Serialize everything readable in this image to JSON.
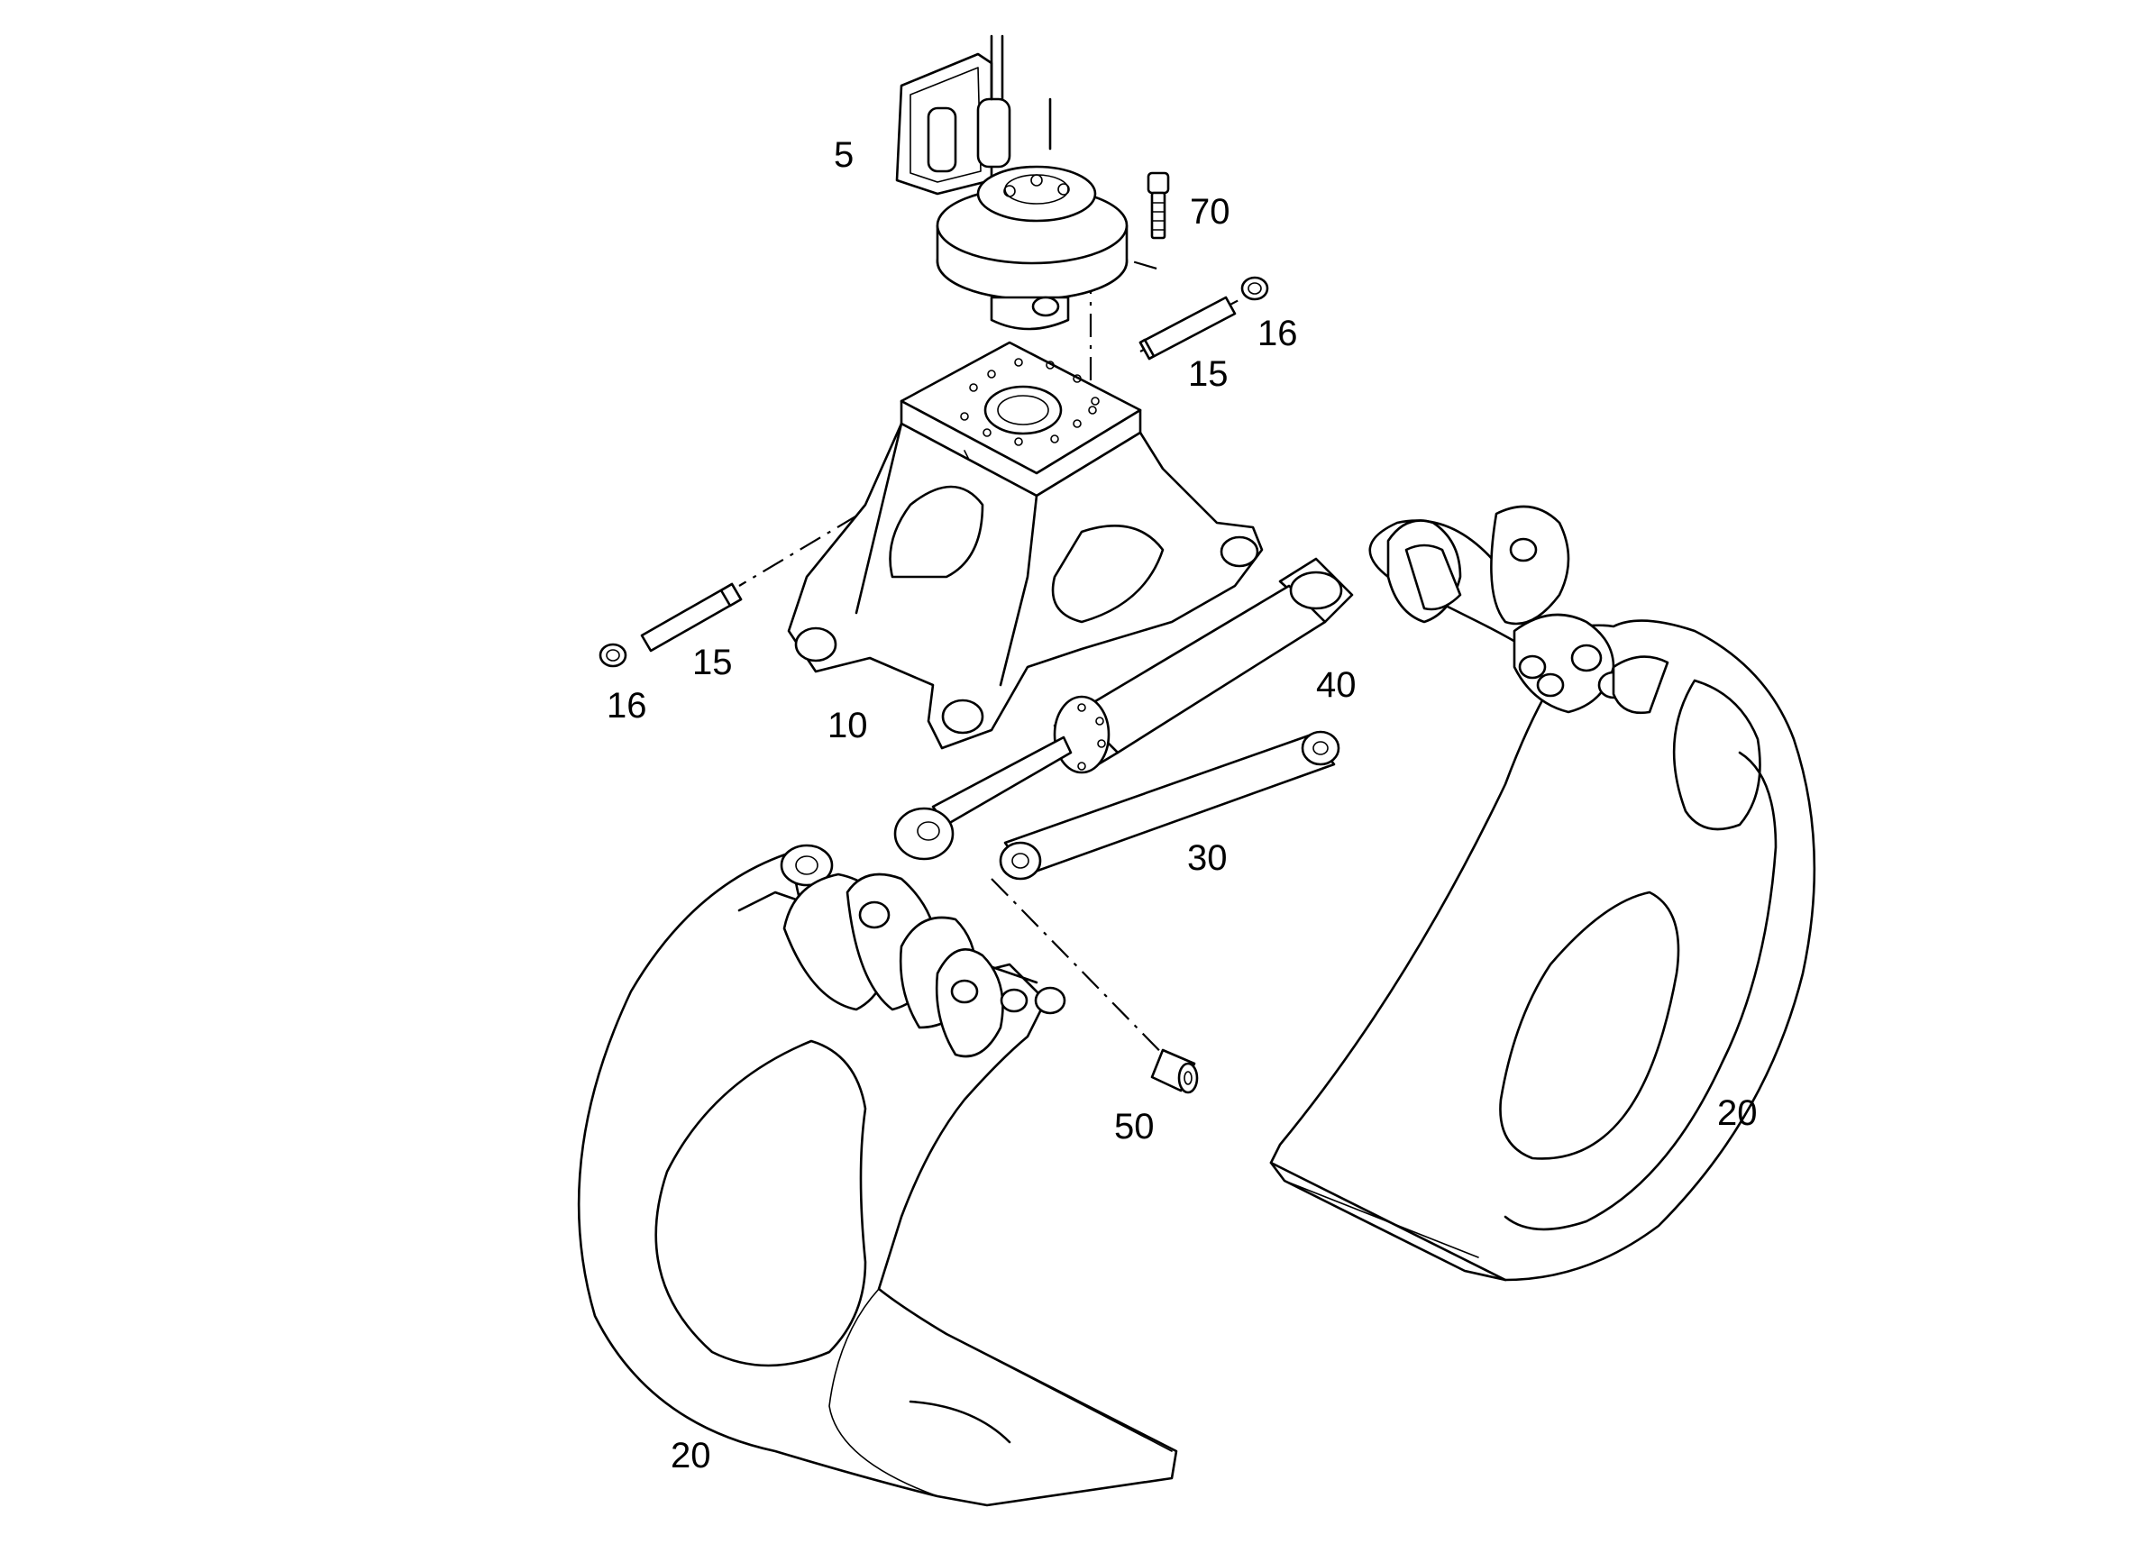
{
  "callouts": {
    "c5": "5",
    "c70": "70",
    "c16_top": "16",
    "c15_top": "15",
    "c40": "40",
    "c15_left": "15",
    "c16_left": "16",
    "c10": "10",
    "c30": "30",
    "c50": "50",
    "c20_right": "20",
    "c20_left": "20"
  }
}
